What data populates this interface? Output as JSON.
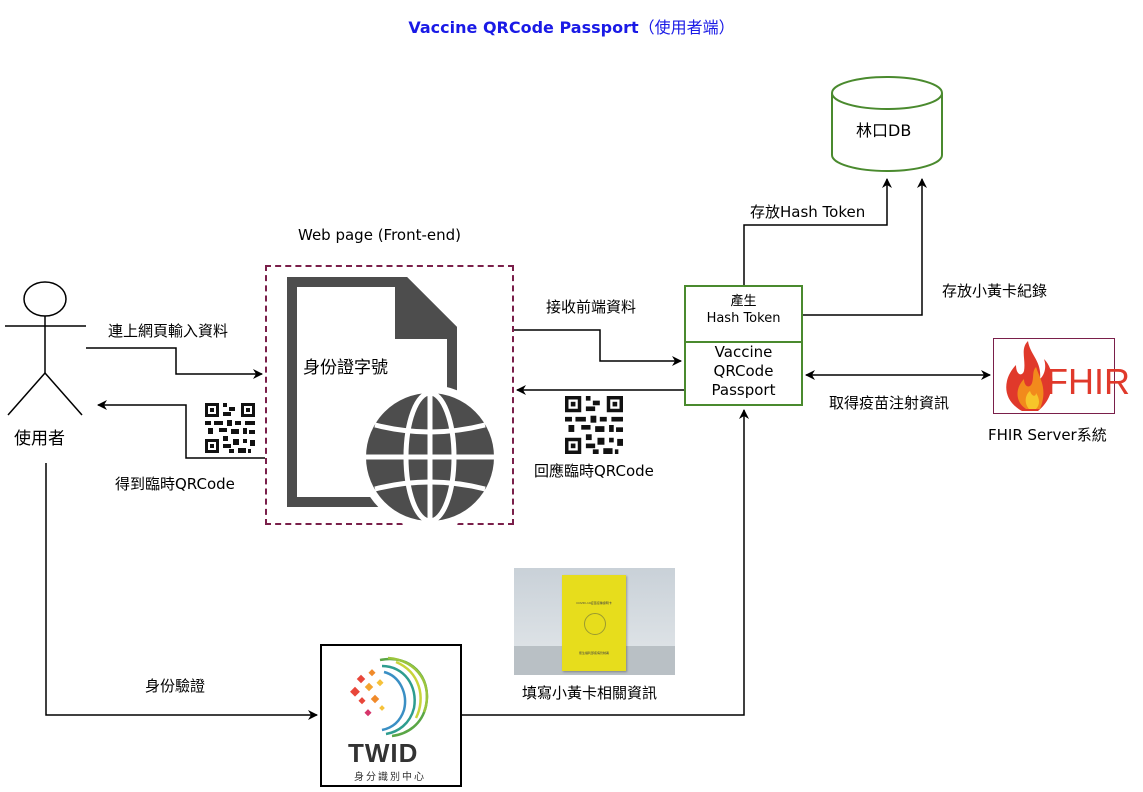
{
  "title": {
    "main": "Vaccine QRCode Passport",
    "sub": "（使用者端）"
  },
  "actor": {
    "label": "使用者"
  },
  "webpage": {
    "caption": "Web page (Front-end)",
    "doc_text": "身份證字號"
  },
  "process": {
    "top_line1": "產生",
    "top_line2": "Hash Token",
    "bot_line1": "Vaccine",
    "bot_line2": "QRCode",
    "bot_line3": "Passport"
  },
  "db": {
    "label": "林口DB"
  },
  "fhir": {
    "logo_text": "FHIR",
    "label": "FHIR Server系統"
  },
  "twid": {
    "logo_text": "TWID",
    "subtitle": "身分識別中心"
  },
  "edges": {
    "connect_input": "連上網頁輸入資料",
    "get_qrcode": "得到臨時QRCode",
    "receive_frontend": "接收前端資料",
    "reply_qrcode": "回應臨時QRCode",
    "store_hash": "存放Hash Token",
    "store_card": "存放小黃卡紀錄",
    "get_vaccine": "取得疫苗注射資訊",
    "identity_verify": "身份驗證",
    "fill_card": "填寫小黃卡相關資訊"
  },
  "photo": {
    "card_line1": "COVID-19疫苗接種證明卡",
    "card_line2": "衛生福利部疾病管制署"
  },
  "colors": {
    "title_blue": "#1a1ae6",
    "process_green": "#4a8a2e",
    "db_green": "#4a8a2e",
    "webpage_border": "#7a1f4a",
    "fhir_red": "#e0392b",
    "card_yellow": "#e7dd1c"
  }
}
